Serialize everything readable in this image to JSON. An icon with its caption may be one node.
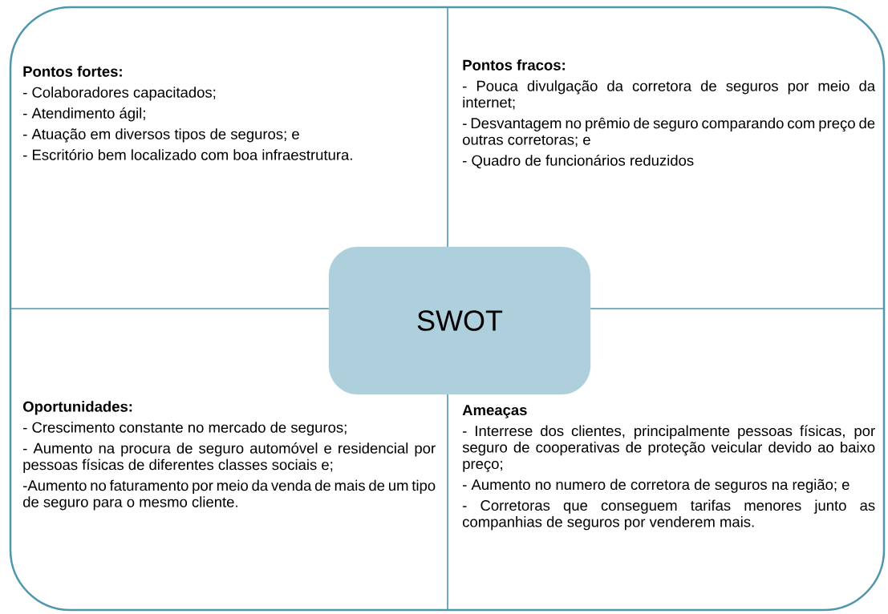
{
  "diagram": {
    "nodes": [
      {
        "text": [
          "Pontos fortes:",
          "- Colaboradores capacitados;",
          "- Atendimento ágil;",
          "- Atuação em diversos tipos de seguros; e",
          "- Escritório bem localizado com boa infraestrutura."
        ]
      },
      {
        "text": [
          "Pontos fracos:",
          "- Pouca divulgação da corretora de seguros por meio da internet;",
          "- Desvantagem no prêmio de seguro comparando com preço de outras corretoras; e",
          "- Quadro de funcionários reduzidos"
        ]
      },
      {
        "text": [
          "SWOT"
        ]
      },
      {
        "text": [
          "Oportunidades:",
          "- Crescimento constante no mercado de seguros;",
          "- Aumento na procura de seguro automóvel e residencial por pessoas físicas de diferentes classes sociais e;",
          "-Aumento no faturamento por meio da venda de mais de um tipo de seguro para o mesmo cliente."
        ]
      },
      {
        "text": [
          "Ameaças",
          "- Interrese dos clientes, principalmente pessoas físicas, por seguro de cooperativas de proteção veicular devido ao baixo preço;",
          "- Aumento no numero de corretora de seguros na região; e",
          "- Corretoras que conseguem tarifas menores junto as companhias de seguros por venderem mais."
        ]
      }
    ]
  }
}
